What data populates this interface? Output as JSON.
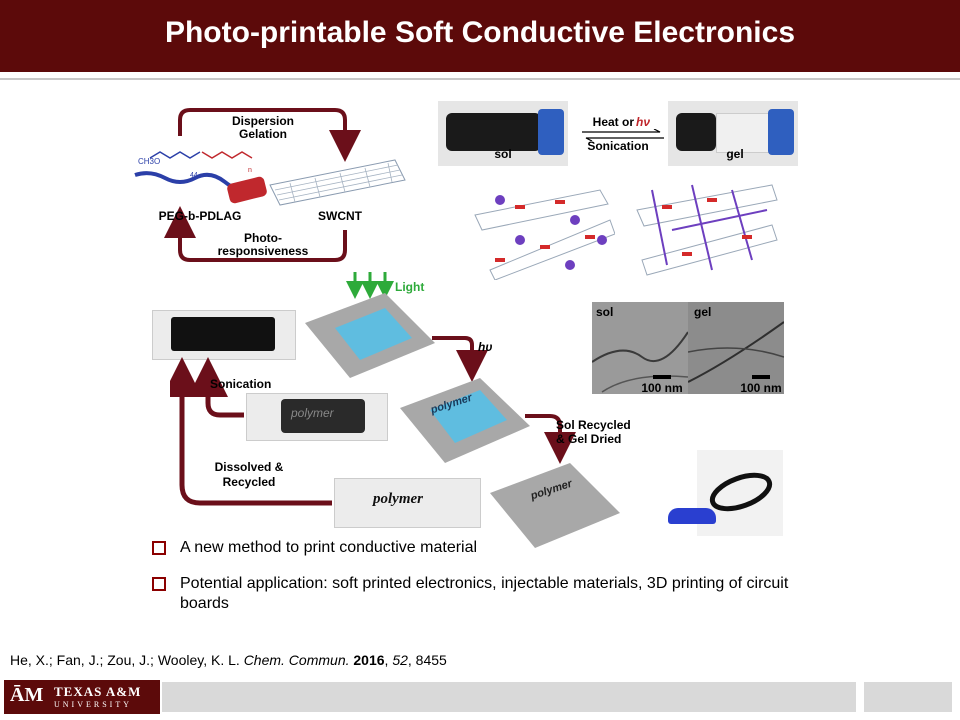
{
  "slide": {
    "title": "Photo-printable Soft Conductive Electronics"
  },
  "diagram": {
    "dispersion": "Dispersion",
    "gelation": "Gelation",
    "polymer_formula": "CH3O",
    "subscript_44": "44",
    "subscript_n": "n",
    "polymer_label": "PEG-b-PDLAG",
    "swcnt_label": "SWCNT",
    "photo_label_1": "Photo-",
    "photo_label_2": "responsiveness",
    "vial_sol": "sol",
    "vial_gel": "gel",
    "heat_or": "Heat or",
    "hv": "hν",
    "sonication_top": "Sonication",
    "light": "Light",
    "hv2": "hυ",
    "tem_sol": "sol",
    "tem_gel": "gel",
    "scale_1": "100 nm",
    "scale_2": "100 nm",
    "sonication_left": "Sonication",
    "dissolved_1": "Dissolved &",
    "dissolved_2": "Recycled",
    "sol_recycled_1": "Sol Recycled",
    "sol_recycled_2": "& Gel Dried",
    "polymer_word_1": "polymer",
    "polymer_word_2": "polymer",
    "polymer_word_3": "polymer",
    "polymer_word_4": "polymer"
  },
  "bullets": [
    "A new method to print conductive material",
    "Potential application: soft printed electronics, injectable materials, 3D printing of circuit boards"
  ],
  "reference": {
    "authors": "He, X.; Fan, J.; Zou, J.; Wooley, K. L. ",
    "journal": "Chem. Commun.",
    "year": "2016",
    "volume": "52",
    "pages": ", 8455"
  },
  "footer": {
    "logo_mark": "ĀM",
    "logo_name": "TEXAS A&M",
    "logo_sub": "UNIVERSITY"
  },
  "colors": {
    "maroon": "#5c0a0a",
    "arrow": "#6b0f1a",
    "green": "#2eaa3a",
    "bullet_box": "#8b0000"
  }
}
